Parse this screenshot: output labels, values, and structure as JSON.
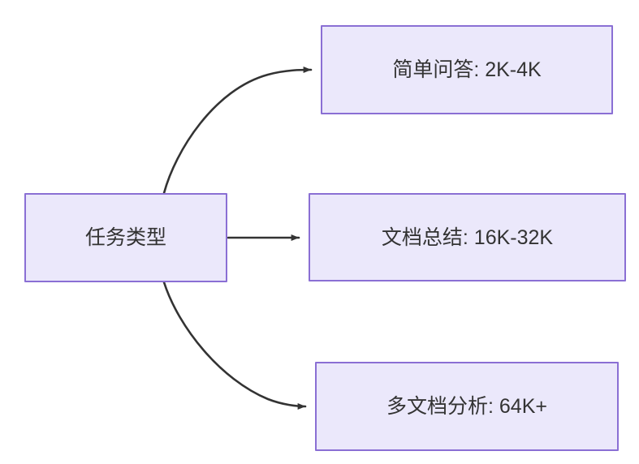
{
  "diagram": {
    "type": "flowchart",
    "direction": "left-to-right",
    "background_color": "#ffffff",
    "node_fill_color": "#ebe8fb",
    "node_border_color": "#8a6fd4",
    "node_text_color": "#333333",
    "edge_color": "#333333",
    "root": {
      "id": "task-type",
      "label": "任务类型"
    },
    "branches": [
      {
        "id": "simple-qa",
        "label": "简单问答: 2K-4K",
        "category": "简单问答",
        "range": "2K-4K"
      },
      {
        "id": "doc-summary",
        "label": "文档总结: 16K-32K",
        "category": "文档总结",
        "range": "16K-32K"
      },
      {
        "id": "multi-doc",
        "label": "多文档分析: 64K+",
        "category": "多文档分析",
        "range": "64K+"
      }
    ],
    "edges": [
      {
        "from": "task-type",
        "to": "simple-qa",
        "style": "curved",
        "arrow": "triangle"
      },
      {
        "from": "task-type",
        "to": "doc-summary",
        "style": "straight",
        "arrow": "triangle"
      },
      {
        "from": "task-type",
        "to": "multi-doc",
        "style": "curved",
        "arrow": "triangle"
      }
    ]
  }
}
